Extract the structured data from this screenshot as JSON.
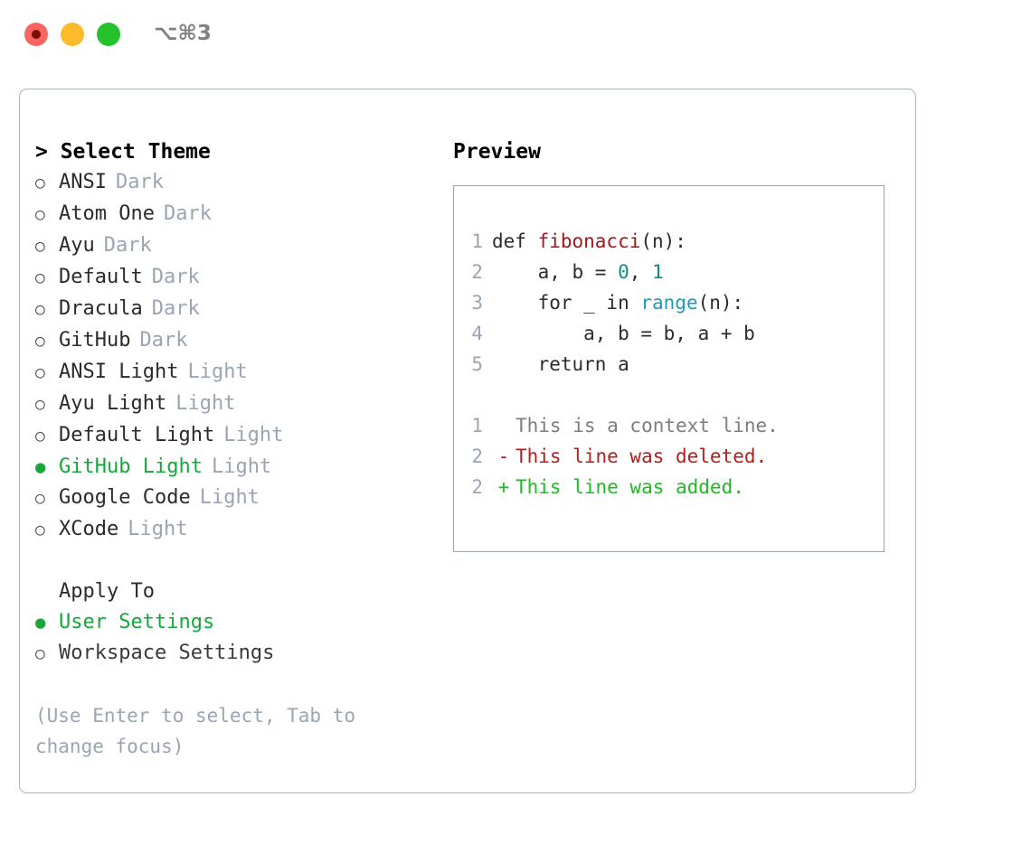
{
  "titlebar": {
    "shortcut": "⌥⌘3",
    "dots": [
      {
        "name": "close",
        "color": "#f9655f"
      },
      {
        "name": "minimize",
        "color": "#fdbc2c"
      },
      {
        "name": "maximize",
        "color": "#25c22e"
      }
    ]
  },
  "left": {
    "heading": "> Select Theme",
    "themes": [
      {
        "bullet": "○",
        "name": "ANSI",
        "kind": "Dark",
        "selected": false
      },
      {
        "bullet": "○",
        "name": "Atom One",
        "kind": "Dark",
        "selected": false
      },
      {
        "bullet": "○",
        "name": "Ayu",
        "kind": "Dark",
        "selected": false
      },
      {
        "bullet": "○",
        "name": "Default",
        "kind": "Dark",
        "selected": false
      },
      {
        "bullet": "○",
        "name": "Dracula",
        "kind": "Dark",
        "selected": false
      },
      {
        "bullet": "○",
        "name": "GitHub",
        "kind": "Dark",
        "selected": false
      },
      {
        "bullet": "○",
        "name": "ANSI Light",
        "kind": "Light",
        "selected": false
      },
      {
        "bullet": "○",
        "name": "Ayu Light",
        "kind": "Light",
        "selected": false
      },
      {
        "bullet": "○",
        "name": "Default Light",
        "kind": "Light",
        "selected": false
      },
      {
        "bullet": "●",
        "name": "GitHub Light",
        "kind": "Light",
        "selected": true
      },
      {
        "bullet": "○",
        "name": "Google Code",
        "kind": "Light",
        "selected": false
      },
      {
        "bullet": "○",
        "name": "XCode",
        "kind": "Light",
        "selected": false
      }
    ],
    "apply_to": {
      "heading": "Apply To",
      "options": [
        {
          "bullet": "●",
          "label": "User Settings",
          "selected": true
        },
        {
          "bullet": "○",
          "label": "Workspace Settings",
          "selected": false
        }
      ]
    },
    "hint": "(Use Enter to select, Tab to change focus)"
  },
  "right": {
    "heading": "Preview",
    "code": [
      {
        "num": "1",
        "parts": [
          {
            "t": "def ",
            "c": "plain"
          },
          {
            "t": "fibonacci",
            "c": "fn"
          },
          {
            "t": "(n):",
            "c": "plain"
          }
        ]
      },
      {
        "num": "2",
        "parts": [
          {
            "t": "    a, b = ",
            "c": "plain"
          },
          {
            "t": "0",
            "c": "num"
          },
          {
            "t": ", ",
            "c": "plain"
          },
          {
            "t": "1",
            "c": "num"
          }
        ]
      },
      {
        "num": "3",
        "parts": [
          {
            "t": "    for _ in ",
            "c": "plain"
          },
          {
            "t": "range",
            "c": "call"
          },
          {
            "t": "(n):",
            "c": "plain"
          }
        ]
      },
      {
        "num": "4",
        "parts": [
          {
            "t": "        a, b = b, a + b",
            "c": "plain"
          }
        ]
      },
      {
        "num": "5",
        "parts": [
          {
            "t": "    return a",
            "c": "plain"
          }
        ]
      }
    ],
    "diff": [
      {
        "num": "1",
        "marker": " ",
        "text": "This is a context line.",
        "kind": "ctx"
      },
      {
        "num": "2",
        "marker": "-",
        "text": "This line was deleted.",
        "kind": "del"
      },
      {
        "num": "2",
        "marker": "+",
        "text": "This line was added.",
        "kind": "add"
      }
    ]
  },
  "colors": {
    "accent_green": "#17a83c",
    "muted": "#9aa5b4",
    "fn_red": "#a51717",
    "num_teal": "#0f8b87",
    "call_blue": "#1b9bc4",
    "diff_del": "#b81b1b",
    "diff_add": "#18bf1c"
  }
}
